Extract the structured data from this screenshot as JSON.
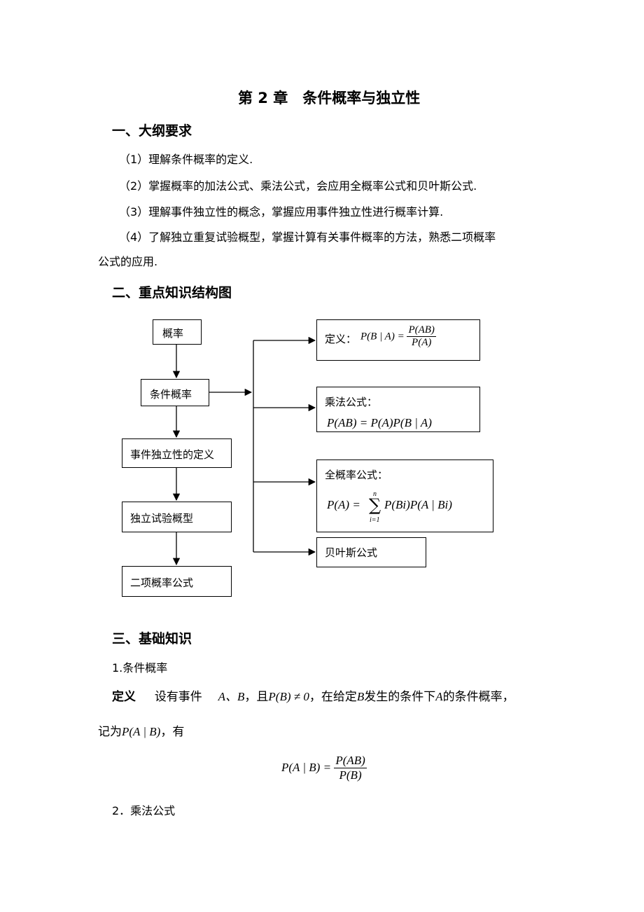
{
  "title": "第 2 章　条件概率与独立性",
  "sections": {
    "s1": "一、大纲要求",
    "s2": "二、重点知识结构图",
    "s3": "三、基础知识"
  },
  "requirements": [
    "（1）理解条件概率的定义.",
    "（2）掌握概率的加法公式、乘法公式，会应用全概率公式和贝叶斯公式.",
    "（3）理解事件独立性的概念，掌握应用事件独立性进行概率计算.",
    "（4）了解独立重复试验概型，掌握计算有关事件概率的方法，熟悉二项概率",
    "公式的应用."
  ],
  "diagram": {
    "left": [
      "概率",
      "条件概率",
      "事件独立性的定义",
      "独立试验概型",
      "二项概率公式"
    ],
    "right": {
      "def_label": "定义：",
      "def_lhs": "P(B | A) =",
      "def_num": "P(AB)",
      "def_den": "P(A)",
      "mult_label": "乘法公式：",
      "mult_formula": "P(AB) = P(A)P(B | A)",
      "total_label": "全概率公式：",
      "total_lhs": "P(A) =",
      "total_sum_top": "n",
      "total_sum_bottom": "i=1",
      "total_rhs": "P(Bi)P(A | Bi)",
      "bayes_label": "贝叶斯公式"
    }
  },
  "basics": {
    "item1": "1.条件概率",
    "def_word": "定义",
    "def_text_a": "设有事件",
    "def_vars": "A、B",
    "def_text_b": "，且",
    "def_cond": "P(B) ≠ 0",
    "def_text_c": "，在给定",
    "def_B": "B",
    "def_text_d": "发生的条件下",
    "def_A": "A",
    "def_text_e": "的条件概率，",
    "line2_a": "记为",
    "line2_math": "P(A | B)",
    "line2_b": "，有",
    "formula_lhs": "P(A | B) =",
    "formula_num": "P(AB)",
    "formula_den": "P(B)",
    "item2": "2．乘法公式"
  }
}
